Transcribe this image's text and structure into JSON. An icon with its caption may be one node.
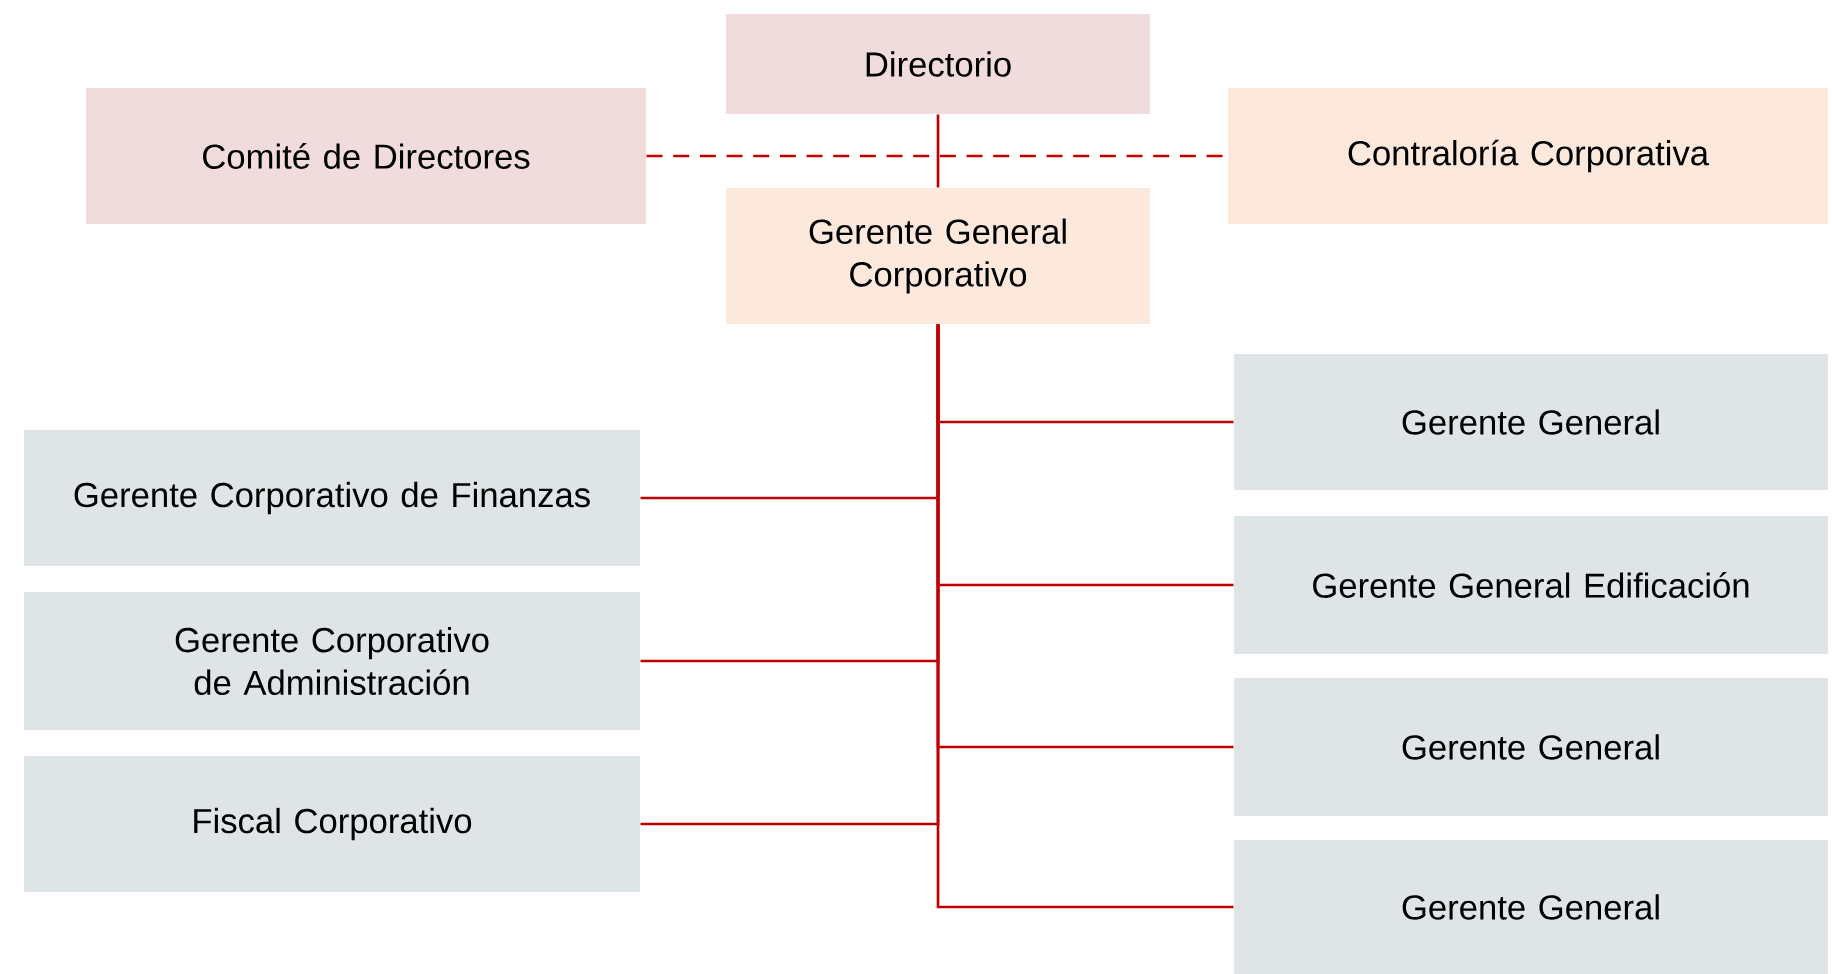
{
  "diagram": {
    "nodes": [
      {
        "text": [
          "Directorio"
        ]
      },
      {
        "text": [
          "Comité de Directores"
        ]
      },
      {
        "text": [
          "Contraloría Corporativa"
        ]
      },
      {
        "text": [
          "Gerente General Corporativo"
        ]
      },
      {
        "text": [
          "Gerente General"
        ]
      },
      {
        "text": [
          "Gerente Corporativo de Finanzas"
        ]
      },
      {
        "text": [
          "Gerente General Edificación"
        ]
      },
      {
        "text": [
          "Gerente Corporativo de Administración"
        ]
      },
      {
        "text": [
          "Gerente General"
        ]
      },
      {
        "text": [
          "Fiscal Corporativo"
        ]
      },
      {
        "text": [
          "Gerente General"
        ]
      }
    ],
    "edges": [
      {
        "from": 1,
        "to": 2,
        "arrow": "none",
        "style": "dashed"
      },
      {
        "from": 0,
        "to": 3,
        "arrow": "none"
      },
      {
        "from": 3,
        "to": 4,
        "arrow": "none"
      },
      {
        "from": 3,
        "to": 5,
        "arrow": "none"
      },
      {
        "from": 3,
        "to": 6,
        "arrow": "none"
      },
      {
        "from": 3,
        "to": 7,
        "arrow": "none"
      },
      {
        "from": 3,
        "to": 8,
        "arrow": "none"
      },
      {
        "from": 3,
        "to": 9,
        "arrow": "none"
      },
      {
        "from": 3,
        "to": 10,
        "arrow": "none"
      }
    ]
  }
}
